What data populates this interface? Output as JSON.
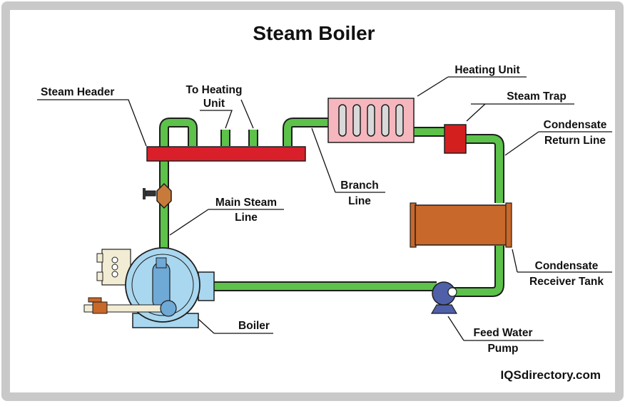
{
  "title": "Steam Boiler",
  "watermark": "IQSdirectory.com",
  "labels": {
    "steam_header": "Steam Header",
    "to_heating_unit": [
      "To Heating",
      "Unit"
    ],
    "heating_unit": "Heating Unit",
    "steam_trap": "Steam Trap",
    "condensate_return_line": [
      "Condensate",
      "Return Line"
    ],
    "branch_line": [
      "Branch",
      "Line"
    ],
    "main_steam_line": [
      "Main Steam",
      "Line"
    ],
    "condensate_receiver_tank": [
      "Condensate",
      "Receiver Tank"
    ],
    "boiler": "Boiler",
    "feed_water_pump": [
      "Feed Water",
      "Pump"
    ]
  },
  "colors": {
    "pipe": "#5cc24a",
    "pipe_outline": "#1e1e1e",
    "header": "#d91f2a",
    "heating_unit": "#f6b6bd",
    "steam_trap": "#d41f1f",
    "receiver_tank": "#c8682a",
    "boiler": "#a9d7ef",
    "pump": "#4f5fa8",
    "valve": "#c87a3a",
    "border": "#c9c9c9"
  }
}
